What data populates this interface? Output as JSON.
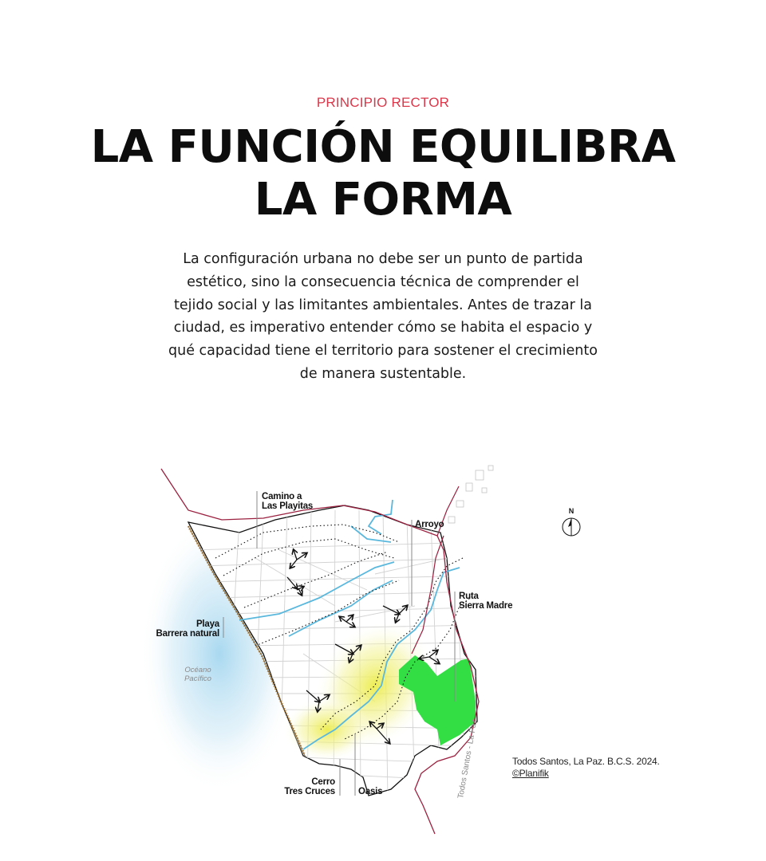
{
  "header": {
    "eyebrow": "PRINCIPIO RECTOR",
    "title_line1": "LA FUNCIÓN EQUILIBRA",
    "title_line2": "LA FORMA"
  },
  "intro": {
    "paragraph": "La configuración urbana no debe ser un punto de partida estético, sino la consecuencia técnica de comprender el tejido social y las limitantes ambientales. Antes de trazar la ciudad, es imperativo entender cómo se habita el espacio y qué capacidad tiene el territorio para sostener el crecimiento de manera sustentable."
  },
  "map": {
    "labels": {
      "camino_line1": "Camino a",
      "camino_line2": "Las Playitas",
      "arroyo": "Arroyo",
      "ruta_line1": "Ruta",
      "ruta_line2": "Sierra Madre",
      "playa_line1": "Playa",
      "playa_line2": "Barrera natural",
      "oceano_line1": "Océano",
      "oceano_line2": "Pacífico",
      "cerro_line1": "Cerro",
      "cerro_line2": "Tres Cruces",
      "oasis": "Oasis",
      "road_name": "Todos Santos - La Paz",
      "north": "N"
    },
    "colors": {
      "road": "#9b2140",
      "stream": "#5bb8dd",
      "green_area": "#33dd44",
      "oasis_glow": "#eeee55",
      "ocean_glow": "#bfe3f3",
      "beach": "#b98a46"
    }
  },
  "caption": {
    "line1": "Todos Santos, La Paz. B.C.S. 2024.",
    "line2": "©Planifik"
  }
}
